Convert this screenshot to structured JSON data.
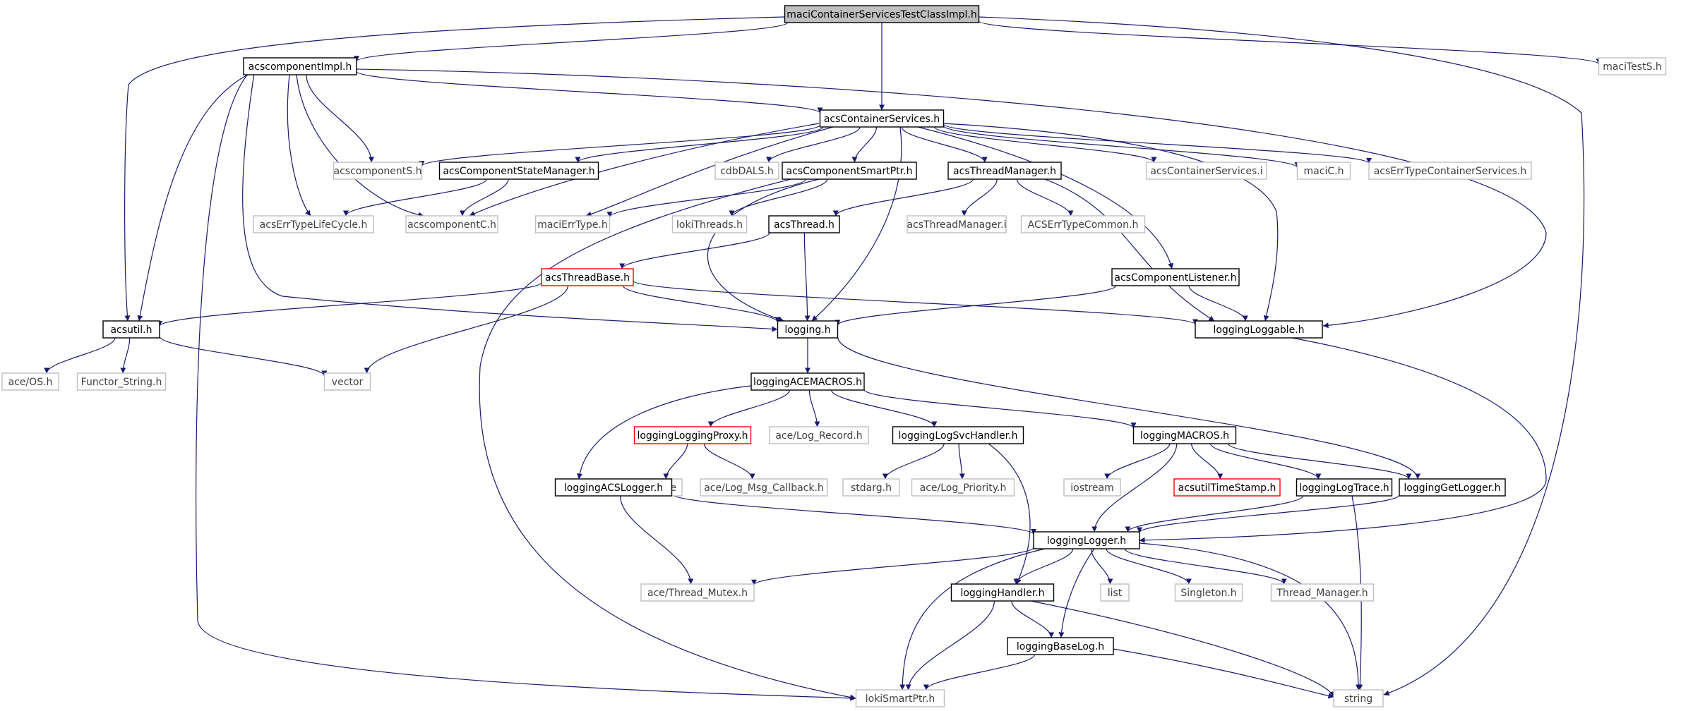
{
  "colors": {
    "edge": "#191970",
    "root_fill": "#bfbfbf",
    "external_border": "#bfbfbf",
    "truncated_border": "#ff0000"
  },
  "nodes": [
    {
      "id": "root",
      "label": "maciContainerServicesTestClassImpl.h",
      "kind": "root"
    },
    {
      "id": "compImpl",
      "label": "acscomponentImpl.h",
      "kind": "normal"
    },
    {
      "id": "maciTestS",
      "label": "maciTestS.h",
      "kind": "external"
    },
    {
      "id": "contServ",
      "label": "acsContainerServices.h",
      "kind": "normal"
    },
    {
      "id": "acscompS",
      "label": "acscomponentS.h",
      "kind": "external"
    },
    {
      "id": "stateMgr",
      "label": "acsComponentStateManager.h",
      "kind": "normal"
    },
    {
      "id": "cdbDALS",
      "label": "cdbDALS.h",
      "kind": "external"
    },
    {
      "id": "smartPtr",
      "label": "acsComponentSmartPtr.h",
      "kind": "normal"
    },
    {
      "id": "threadMgr",
      "label": "acsThreadManager.h",
      "kind": "normal"
    },
    {
      "id": "contServI",
      "label": "acsContainerServices.i",
      "kind": "external"
    },
    {
      "id": "maciC",
      "label": "maciC.h",
      "kind": "external"
    },
    {
      "id": "errContServ",
      "label": "acsErrTypeContainerServices.h",
      "kind": "external"
    },
    {
      "id": "errLife",
      "label": "acsErrTypeLifeCycle.h",
      "kind": "external"
    },
    {
      "id": "acscompC",
      "label": "acscomponentC.h",
      "kind": "external"
    },
    {
      "id": "maciErr",
      "label": "maciErrType.h",
      "kind": "external"
    },
    {
      "id": "lokiThreads",
      "label": "lokiThreads.h",
      "kind": "external"
    },
    {
      "id": "acsThread",
      "label": "acsThread.h",
      "kind": "normal"
    },
    {
      "id": "threadMgrI",
      "label": "acsThreadManager.i",
      "kind": "external"
    },
    {
      "id": "acsErrCommon",
      "label": "ACSErrTypeCommon.h",
      "kind": "external"
    },
    {
      "id": "threadBase",
      "label": "acsThreadBase.h",
      "kind": "trunc"
    },
    {
      "id": "compListener",
      "label": "acsComponentListener.h",
      "kind": "normal"
    },
    {
      "id": "acsutil",
      "label": "acsutil.h",
      "kind": "normal"
    },
    {
      "id": "logging",
      "label": "logging.h",
      "kind": "normal"
    },
    {
      "id": "loggable",
      "label": "loggingLoggable.h",
      "kind": "normal"
    },
    {
      "id": "aceOS",
      "label": "ace/OS.h",
      "kind": "external"
    },
    {
      "id": "functorStr",
      "label": "Functor_String.h",
      "kind": "external"
    },
    {
      "id": "vector",
      "label": "vector",
      "kind": "external"
    },
    {
      "id": "aceMacros",
      "label": "loggingACEMACROS.h",
      "kind": "normal"
    },
    {
      "id": "logProxy",
      "label": "loggingLoggingProxy.h",
      "kind": "trunc"
    },
    {
      "id": "aceLogRec",
      "label": "ace/Log_Record.h",
      "kind": "external"
    },
    {
      "id": "logSvc",
      "label": "loggingLogSvcHandler.h",
      "kind": "normal"
    },
    {
      "id": "logMacros",
      "label": "loggingMACROS.h",
      "kind": "normal"
    },
    {
      "id": "deque",
      "label": "deque",
      "kind": "external"
    },
    {
      "id": "aceMsgCb",
      "label": "ace/Log_Msg_Callback.h",
      "kind": "external"
    },
    {
      "id": "acsLogger",
      "label": "loggingACSLogger.h",
      "kind": "normal"
    },
    {
      "id": "stdarg",
      "label": "stdarg.h",
      "kind": "external"
    },
    {
      "id": "acePrio",
      "label": "ace/Log_Priority.h",
      "kind": "external"
    },
    {
      "id": "iostream",
      "label": "iostream",
      "kind": "external"
    },
    {
      "id": "timeStamp",
      "label": "acsutilTimeStamp.h",
      "kind": "trunc"
    },
    {
      "id": "logTrace",
      "label": "loggingLogTrace.h",
      "kind": "normal"
    },
    {
      "id": "getLogger",
      "label": "loggingGetLogger.h",
      "kind": "normal"
    },
    {
      "id": "logger",
      "label": "loggingLogger.h",
      "kind": "normal"
    },
    {
      "id": "threadMutex",
      "label": "ace/Thread_Mutex.h",
      "kind": "external"
    },
    {
      "id": "handler",
      "label": "loggingHandler.h",
      "kind": "normal"
    },
    {
      "id": "list",
      "label": "list",
      "kind": "external"
    },
    {
      "id": "singleton",
      "label": "Singleton.h",
      "kind": "external"
    },
    {
      "id": "threadManager",
      "label": "Thread_Manager.h",
      "kind": "external"
    },
    {
      "id": "baseLog",
      "label": "loggingBaseLog.h",
      "kind": "normal"
    },
    {
      "id": "lokiSmart",
      "label": "lokiSmartPtr.h",
      "kind": "external"
    },
    {
      "id": "string",
      "label": "string",
      "kind": "external"
    }
  ],
  "edges": [
    [
      "root",
      "compImpl"
    ],
    [
      "root",
      "maciTestS"
    ],
    [
      "root",
      "contServ"
    ],
    [
      "root",
      "acsutil"
    ],
    [
      "root",
      "string"
    ],
    [
      "compImpl",
      "contServ"
    ],
    [
      "compImpl",
      "acscompS"
    ],
    [
      "compImpl",
      "errLife"
    ],
    [
      "compImpl",
      "acscompC"
    ],
    [
      "compImpl",
      "acsutil"
    ],
    [
      "compImpl",
      "logging"
    ],
    [
      "compImpl",
      "loggable"
    ],
    [
      "compImpl",
      "lokiSmart"
    ],
    [
      "contServ",
      "acscompS"
    ],
    [
      "contServ",
      "stateMgr"
    ],
    [
      "contServ",
      "cdbDALS"
    ],
    [
      "contServ",
      "smartPtr"
    ],
    [
      "contServ",
      "threadMgr"
    ],
    [
      "contServ",
      "contServI"
    ],
    [
      "contServ",
      "maciC"
    ],
    [
      "contServ",
      "errContServ"
    ],
    [
      "contServ",
      "acscompC"
    ],
    [
      "contServ",
      "maciErr"
    ],
    [
      "contServ",
      "logging"
    ],
    [
      "contServ",
      "loggable"
    ],
    [
      "contServ",
      "compListener"
    ],
    [
      "stateMgr",
      "errLife"
    ],
    [
      "stateMgr",
      "acscompC"
    ],
    [
      "smartPtr",
      "maciErr"
    ],
    [
      "smartPtr",
      "lokiThreads"
    ],
    [
      "smartPtr",
      "logging"
    ],
    [
      "smartPtr",
      "lokiSmart"
    ],
    [
      "threadMgr",
      "acsThread"
    ],
    [
      "threadMgr",
      "threadMgrI"
    ],
    [
      "threadMgr",
      "acsErrCommon"
    ],
    [
      "threadMgr",
      "loggable"
    ],
    [
      "acsThread",
      "threadBase"
    ],
    [
      "acsThread",
      "logging"
    ],
    [
      "threadBase",
      "acsutil"
    ],
    [
      "threadBase",
      "logging"
    ],
    [
      "threadBase",
      "loggable"
    ],
    [
      "threadBase",
      "vector"
    ],
    [
      "compListener",
      "logging"
    ],
    [
      "compListener",
      "loggable"
    ],
    [
      "acsutil",
      "aceOS"
    ],
    [
      "acsutil",
      "functorStr"
    ],
    [
      "acsutil",
      "vector"
    ],
    [
      "logging",
      "aceMacros"
    ],
    [
      "logging",
      "getLogger"
    ],
    [
      "loggable",
      "logger"
    ],
    [
      "aceMacros",
      "logProxy"
    ],
    [
      "aceMacros",
      "aceLogRec"
    ],
    [
      "aceMacros",
      "logSvc"
    ],
    [
      "aceMacros",
      "logMacros"
    ],
    [
      "aceMacros",
      "acsLogger"
    ],
    [
      "logProxy",
      "deque"
    ],
    [
      "logProxy",
      "aceMsgCb"
    ],
    [
      "logSvc",
      "stdarg"
    ],
    [
      "logSvc",
      "acePrio"
    ],
    [
      "logSvc",
      "handler"
    ],
    [
      "logMacros",
      "iostream"
    ],
    [
      "logMacros",
      "timeStamp"
    ],
    [
      "logMacros",
      "logTrace"
    ],
    [
      "logMacros",
      "getLogger"
    ],
    [
      "logMacros",
      "logger"
    ],
    [
      "acsLogger",
      "threadMutex"
    ],
    [
      "acsLogger",
      "logger"
    ],
    [
      "logTrace",
      "logger"
    ],
    [
      "logTrace",
      "string"
    ],
    [
      "getLogger",
      "logger"
    ],
    [
      "logger",
      "threadMutex"
    ],
    [
      "logger",
      "handler"
    ],
    [
      "logger",
      "list"
    ],
    [
      "logger",
      "singleton"
    ],
    [
      "logger",
      "threadManager"
    ],
    [
      "logger",
      "baseLog"
    ],
    [
      "logger",
      "lokiSmart"
    ],
    [
      "logger",
      "string"
    ],
    [
      "handler",
      "baseLog"
    ],
    [
      "handler",
      "lokiSmart"
    ],
    [
      "handler",
      "string"
    ],
    [
      "baseLog",
      "lokiSmart"
    ],
    [
      "baseLog",
      "string"
    ]
  ]
}
